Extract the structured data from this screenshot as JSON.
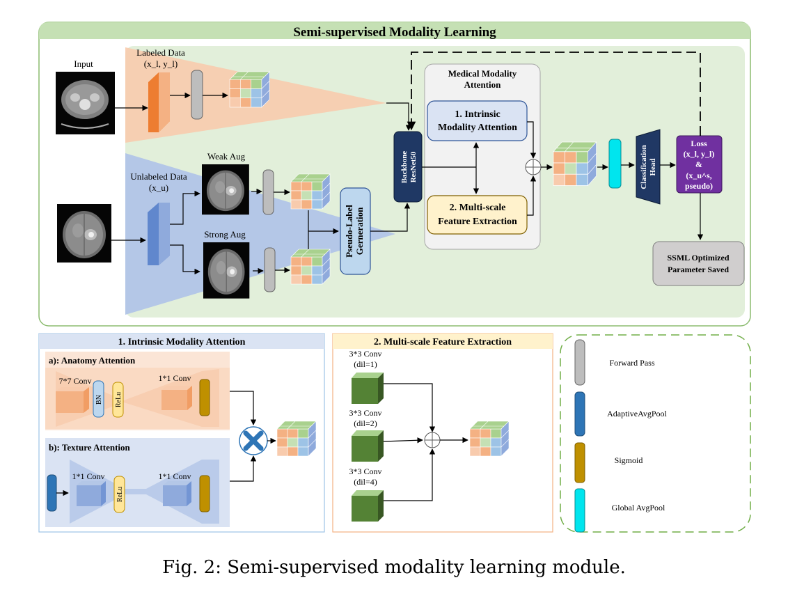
{
  "main": {
    "title": "Semi-supervised Modality Learning",
    "input_label": "Input",
    "labeled_data": [
      "Labeled Data",
      "(x_l, y_l)"
    ],
    "unlabeled_data": [
      "Unlabeled Data",
      "(x_u)"
    ],
    "weak_aug": "Weak Aug",
    "strong_aug": "Strong Aug",
    "pseudo_label": [
      "Pseudo-Label",
      "Gerneration"
    ],
    "backbone": [
      "Backbone",
      "ResNet50"
    ],
    "mma_title": [
      "Medical Modality",
      "Attention"
    ],
    "ima": [
      "1. Intrinsic",
      "Modality Attention"
    ],
    "msfe": [
      "2. Multi-scale",
      "Feature Extraction"
    ],
    "classification_head": [
      "Classification",
      "Head"
    ],
    "loss": [
      "Loss",
      "(x_l, y_l)",
      "&",
      "(x_u^s,",
      "pseudo)"
    ],
    "ssml_saved": [
      "SSML Optimized",
      "Parameter Saved"
    ]
  },
  "panel1": {
    "title": "1. Intrinsic Modality Attention",
    "anatomy": "a): Anatomy Attention",
    "texture": "b): Texture Attention",
    "conv77": "7*7 Conv",
    "conv11": "1*1 Conv",
    "bn": "BN",
    "relu": "ReLu"
  },
  "panel2": {
    "title": "2. Multi-scale Feature Extraction",
    "convs": [
      [
        "3*3 Conv",
        "(dil=1)"
      ],
      [
        "3*3 Conv",
        "(dil=2)"
      ],
      [
        "3*3 Conv",
        "(dil=4)"
      ]
    ]
  },
  "legend": {
    "items": [
      {
        "label": "Forward Pass",
        "color": "#bdbdbd"
      },
      {
        "label": "AdaptiveAvgPool",
        "color": "#2e75b6"
      },
      {
        "label": "Sigmoid",
        "color": "#bf9000"
      },
      {
        "label": "Global AvgPool",
        "color": "#00e5ee"
      }
    ]
  },
  "caption": "Fig. 2: Semi-supervised modality learning module."
}
